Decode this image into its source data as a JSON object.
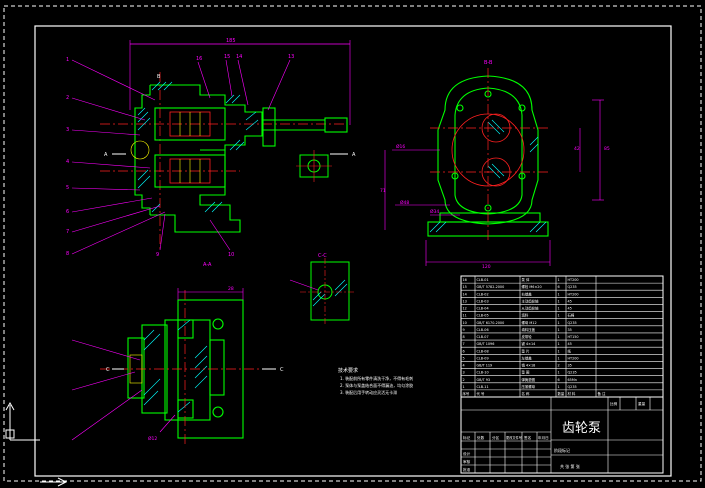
{
  "drawing": {
    "title": "齿轮泵",
    "section_labels": {
      "bb_top": "B-B",
      "aa_bottom": "A-A",
      "cc_small": "C-C",
      "a_left": "A",
      "a_right": "A",
      "c_left": "C",
      "c_right": "C",
      "b_top": "B"
    },
    "notes": {
      "heading": "技术要求",
      "lines": [
        "1. 装配前所有零件清洗干净，不得有毛刺",
        "2. 泵体与泵盖结合面不得漏油，均匀涂胶",
        "3. 装配后用手转动应灵活无卡滞"
      ]
    },
    "parts_table": {
      "rows": [
        [
          "16",
          "CLB-01",
          "泵 体",
          "1",
          "HT200",
          ""
        ],
        [
          "15",
          "GB/T 5782-2000",
          "螺栓 M6×20",
          "6",
          "Q235",
          ""
        ],
        [
          "14",
          "CLB-02",
          "右端盖",
          "1",
          "HT200",
          ""
        ],
        [
          "13",
          "CLB-03",
          "主动齿轮轴",
          "1",
          "45",
          ""
        ],
        [
          "12",
          "CLB-04",
          "从动齿轮轴",
          "1",
          "45",
          ""
        ],
        [
          "11",
          "CLB-05",
          "填料",
          "1",
          "石棉",
          ""
        ],
        [
          "10",
          "GB/T 6170-2000",
          "螺母 M12",
          "1",
          "Q235",
          ""
        ],
        [
          "9",
          "CLB-06",
          "填料压盖",
          "1",
          "35",
          ""
        ],
        [
          "8",
          "CLB-07",
          "皮带轮",
          "1",
          "HT150",
          ""
        ],
        [
          "7",
          "GB/T 1096",
          "键 4×14",
          "1",
          "45",
          ""
        ],
        [
          "6",
          "CLB-08",
          "垫 片",
          "1",
          "纸",
          ""
        ],
        [
          "5",
          "CLB-09",
          "左端盖",
          "1",
          "HT200",
          ""
        ],
        [
          "4",
          "GB/T 119",
          "销 4×18",
          "2",
          "35",
          ""
        ],
        [
          "3",
          "CLB-10",
          "垫 圈",
          "1",
          "Q235",
          ""
        ],
        [
          "2",
          "GB/T 93",
          "弹簧垫圈",
          "6",
          "65Mn",
          ""
        ],
        [
          "1",
          "CLB-11",
          "压紧螺母",
          "1",
          "Q235",
          ""
        ]
      ],
      "header": [
        "序号",
        "代 号",
        "名 称",
        "数量",
        "材 料",
        "备 注"
      ]
    },
    "title_block": {
      "row_labels": [
        "标记",
        "处数",
        "分区",
        "更改文件号",
        "签名",
        "年月日"
      ],
      "design": "设计",
      "check": "审核",
      "approve": "批准",
      "scale_label": "比例",
      "weight_label": "重量",
      "sheet": "共 张 第 张",
      "stage": "阶段标记"
    }
  },
  "colors": {
    "background": "#000000",
    "outline": "#00ff00",
    "center": "#ff2020",
    "dimension": "#ff00ff",
    "hatch": "#00ffff",
    "frame": "#ffffff",
    "yellow": "#ffff00"
  }
}
